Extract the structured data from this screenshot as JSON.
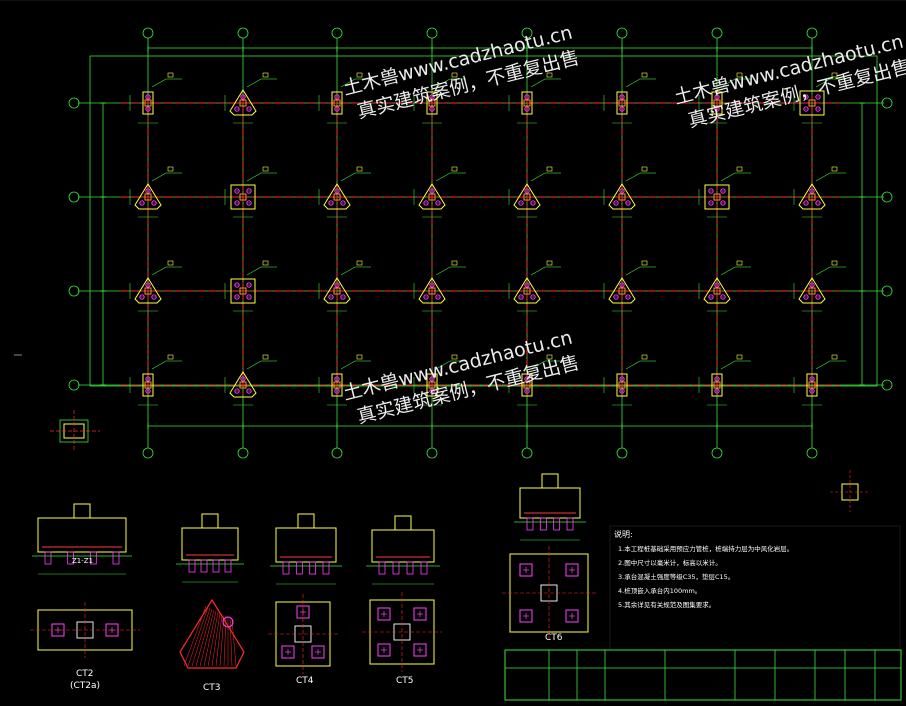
{
  "colors": {
    "background": "#000000",
    "grid": "#39e639",
    "axis": "#ff2a2a",
    "column": "#ffff3a",
    "pile": "#ff40ff",
    "dimension": "#39e639",
    "text": "#ffffff",
    "table": "#39e639"
  },
  "watermarks": [
    {
      "line1": "土木兽www.cadzhaotu.cn",
      "line2": "真实建筑案例，不重复出售"
    },
    {
      "line1": "土木兽www.cadzhaotu.cn",
      "line2": "真实建筑案例，不重复出售"
    },
    {
      "line1": "土木兽www.cadzhaotu.cn",
      "line2": "真实建筑案例，不重复出售"
    }
  ],
  "sections": [
    {
      "label": "Z1-Z1"
    },
    {
      "label": "CT2"
    },
    {
      "label": "CT3"
    },
    {
      "label": "CT4"
    },
    {
      "label": "CT5"
    },
    {
      "label": "CT6"
    }
  ],
  "sub_labels": {
    "ct2_alt": "(CT2a)"
  },
  "notes": {
    "title": "说明:",
    "items": [
      "1.本工程桩基础采用预应力管桩，桩端持力层为中风化岩层。",
      "2.图中尺寸以毫米计，标高以米计。",
      "3.承台混凝土强度等级C35，垫层C15。",
      "4.桩顶嵌入承台内100mm。",
      "5.其余详见有关规范及图集要求。"
    ]
  },
  "table": {
    "rows": [
      [
        "",
        "",
        "",
        "",
        "",
        "",
        "",
        "",
        "",
        ""
      ],
      [
        "",
        "",
        "",
        "",
        "",
        "",
        "",
        "",
        "",
        ""
      ]
    ]
  },
  "plan_title": "",
  "detail_title": ""
}
